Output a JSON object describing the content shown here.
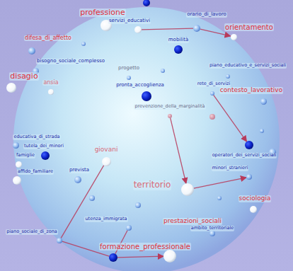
{
  "diagram": {
    "nodes": [
      {
        "text": [
          "professione"
        ]
      },
      {
        "text": [
          "servizi_educativi"
        ]
      },
      {
        "text": [
          "orario_di_lavoro"
        ]
      },
      {
        "text": [
          "orientamento"
        ]
      },
      {
        "text": [
          "difesa_di_affetto"
        ]
      },
      {
        "text": [
          "mobilità"
        ]
      },
      {
        "text": [
          "bisogno_sociale_complesso"
        ]
      },
      {
        "text": [
          "progetto"
        ]
      },
      {
        "text": [
          "piano_educativo_e_servizi_sociali"
        ]
      },
      {
        "text": [
          "disagio"
        ]
      },
      {
        "text": [
          "ansia"
        ]
      },
      {
        "text": [
          "pronta_accoglienza"
        ]
      },
      {
        "text": [
          "rete_di_servizi"
        ]
      },
      {
        "text": [
          "contesto_lavorativo"
        ]
      },
      {
        "text": [
          "prevenzione_della_marginalità"
        ]
      },
      {
        "text": [
          "operatori_dei_servizi_sociali"
        ]
      },
      {
        "text": [
          "educativa_di_strada"
        ]
      },
      {
        "text": [
          "tutela_dei_minori"
        ]
      },
      {
        "text": [
          "famiglie"
        ]
      },
      {
        "text": [
          "affido_familiare"
        ]
      },
      {
        "text": [
          "prevista"
        ]
      },
      {
        "text": [
          "giovani"
        ]
      },
      {
        "text": [
          "territorio"
        ]
      },
      {
        "text": [
          "minori_stranieri"
        ]
      },
      {
        "text": [
          "sociologia"
        ]
      },
      {
        "text": [
          "utenza_immigrata"
        ]
      },
      {
        "text": [
          "piano_sociale_di_zona"
        ]
      },
      {
        "text": [
          "formazione_professionale"
        ]
      },
      {
        "text": [
          "prestazioni_sociali"
        ]
      },
      {
        "text": [
          "ambito_territoriale"
        ]
      }
    ],
    "edges": [
      {
        "from": 1,
        "to": 2,
        "arrow": "none"
      },
      {
        "from": 2,
        "to": 3,
        "arrow": "to"
      },
      {
        "from": 12,
        "to": 15,
        "arrow": "to"
      },
      {
        "from": 14,
        "to": 22,
        "arrow": "to"
      },
      {
        "from": 22,
        "to": 23,
        "arrow": "to"
      },
      {
        "from": 21,
        "to": 26,
        "arrow": "none"
      },
      {
        "from": 26,
        "to": 27,
        "arrow": "none"
      },
      {
        "from": 25,
        "to": 27,
        "arrow": "none"
      },
      {
        "from": 27,
        "to": 29,
        "arrow": "to"
      }
    ]
  }
}
